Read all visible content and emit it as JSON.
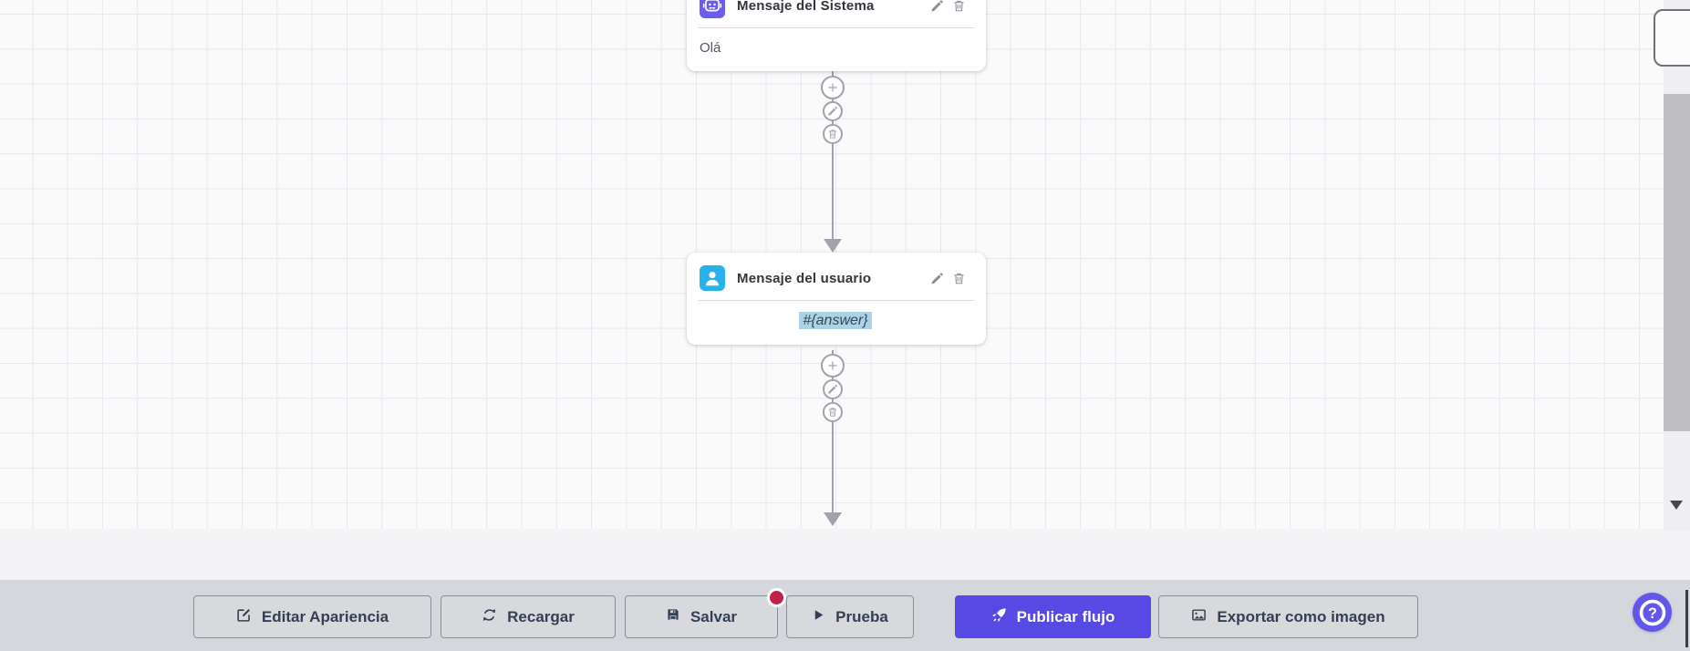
{
  "canvas": {
    "nodes": [
      {
        "title": "Mensaje del Sistema",
        "body": "Olá",
        "icon": "robot-icon",
        "icon_bg": "#6b5cf0"
      },
      {
        "title": "Mensaje del usuario",
        "body": "#{answer}",
        "icon": "user-icon",
        "icon_bg": "#29b2ea",
        "body_highlight": "#abd2e6"
      }
    ],
    "node_action_icons": [
      "pencil-icon",
      "trash-icon"
    ],
    "connector_buttons": [
      "add",
      "edit",
      "delete"
    ]
  },
  "toolbar": {
    "buttons": [
      {
        "label": "Editar Apariencia",
        "icon": "edit-square-icon"
      },
      {
        "label": "Recargar",
        "icon": "refresh-icon"
      },
      {
        "label": "Salvar",
        "icon": "save-icon",
        "badge": "unsaved-dot"
      },
      {
        "label": "Prueba",
        "icon": "play-icon"
      },
      {
        "label": "Publicar flujo",
        "icon": "rocket-icon",
        "variant": "primary"
      },
      {
        "label": "Exportar como imagen",
        "icon": "image-icon"
      }
    ]
  },
  "help": {
    "glyph": "?"
  },
  "colors": {
    "primary": "#5649e4",
    "badge": "#c1224a",
    "toolbar_bg": "#d6d7dc",
    "band_bg": "#f4f4f7",
    "canvas_bg": "#fafafb",
    "grid_line": "#e7e7f1",
    "connector": "#a2a2aa",
    "node_icon_system": "#6b5cf0",
    "node_icon_user": "#29b2ea",
    "var_highlight": "#abd2e6"
  }
}
